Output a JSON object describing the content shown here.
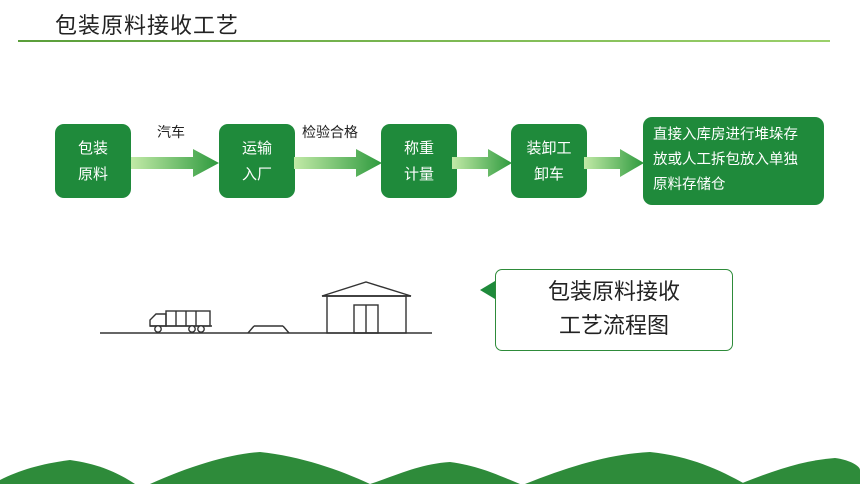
{
  "header": {
    "title": "包装原料接收工艺"
  },
  "flow": {
    "steps": [
      {
        "line1": "包装",
        "line2": "原料"
      },
      {
        "line1": "运输",
        "line2": "入厂"
      },
      {
        "line1": "称重",
        "line2": "计量"
      },
      {
        "line1": "装卸工",
        "line2": "卸车"
      }
    ],
    "final_step": {
      "line1": "直接入库房进行堆垛存",
      "line2": "放或人工拆包放入单独",
      "line3": "原料存储仓"
    },
    "arrow_labels": {
      "a1": "汽车",
      "a2": "检验合格"
    }
  },
  "callout": {
    "line1": "包装原料接收",
    "line2": "工艺流程图"
  },
  "colors": {
    "box": "#1f8a3b",
    "arrow_start": "#b5e39a",
    "arrow_end": "#2e9a3e",
    "accent": "#2e8b3a"
  }
}
